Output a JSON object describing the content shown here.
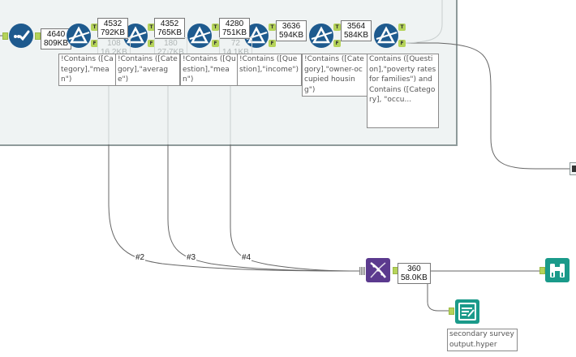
{
  "canvas": {
    "colors": {
      "filter_tool": "#1e5a8e",
      "join_tool": "#5b3a8e",
      "output_tool": "#1a9a8a",
      "anchor": "#b5d35a",
      "container_bg": "#eff3f3"
    }
  },
  "tools": {
    "test_tool": {
      "icon": "check-icon"
    },
    "filters": [
      {
        "icon": "filter-icon",
        "true_label": "T",
        "false_label": "F"
      },
      {
        "icon": "filter-icon",
        "true_label": "T",
        "false_label": "F"
      },
      {
        "icon": "filter-icon",
        "true_label": "T",
        "false_label": "F"
      },
      {
        "icon": "filter-icon",
        "true_label": "T",
        "false_label": "F"
      },
      {
        "icon": "filter-icon",
        "true_label": "T",
        "false_label": "F"
      },
      {
        "icon": "filter-icon",
        "true_label": "T",
        "false_label": "F"
      }
    ],
    "join": {
      "icon": "dna-join-icon"
    },
    "browse": {
      "icon": "binoculars-icon"
    },
    "output": {
      "icon": "output-file-icon"
    }
  },
  "counts": [
    {
      "records": "4640",
      "size": "809KB"
    },
    {
      "records": "4532",
      "size": "792KB"
    },
    {
      "records": "4352",
      "size": "765KB"
    },
    {
      "records": "4280",
      "size": "751KB"
    },
    {
      "records": "3636",
      "size": "594KB"
    },
    {
      "records": "3564",
      "size": "584KB"
    },
    {
      "records": "360",
      "size": "58.0KB"
    }
  ],
  "false_counts": [
    {
      "records": "108",
      "size": "16.2KB"
    },
    {
      "records": "180",
      "size": "27.7KB"
    },
    {
      "records": "72",
      "size": "14.1KB"
    }
  ],
  "annotations": [
    "!Contains ([Category],\"mean\")",
    "!Contains ([Category],\"average\")",
    "!Contains ([Question],\"mean\")",
    "!Contains ([Question],\"income\")",
    "!Contains ([Category],\"owner-occupied housing\")",
    "Contains ([Question],\"poverty rates for families\") and Contains ([Category], \"occu..."
  ],
  "output_annotation": "secondary survey output.hyper",
  "wire_labels": [
    "#2",
    "#3",
    "#4"
  ]
}
